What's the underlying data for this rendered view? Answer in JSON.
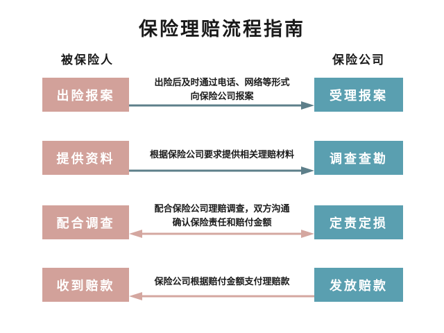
{
  "title": "保险理赔流程指南",
  "columns": {
    "left": "被保险人",
    "right": "保险公司"
  },
  "colors": {
    "left_box": "#d2a19a",
    "right_box": "#5a9fb0",
    "arrow_teal": "#5d7f8a",
    "arrow_pink": "#d4a7a0"
  },
  "steps": [
    {
      "left": "出险报案",
      "right": "受理报案",
      "desc_line1": "出险后及时通过电话、网络等形式",
      "desc_line2": "向保险公司报案",
      "direction": "right",
      "arrow_color": "teal"
    },
    {
      "left": "提供资料",
      "right": "调查查勘",
      "desc_line1": "根据保险公司要求提供相关理赔材料",
      "desc_line2": "",
      "direction": "right",
      "arrow_color": "teal"
    },
    {
      "left": "配合调查",
      "right": "定责定损",
      "desc_line1": "配合保险公司理赔调查，双方沟通",
      "desc_line2": "确认保险责任和赔付金额",
      "direction": "both",
      "arrow_color": "pink"
    },
    {
      "left": "收到赔款",
      "right": "发放赔款",
      "desc_line1": "保险公司根据赔付金额支付理赔款",
      "desc_line2": "",
      "direction": "left",
      "arrow_color": "pink"
    }
  ]
}
